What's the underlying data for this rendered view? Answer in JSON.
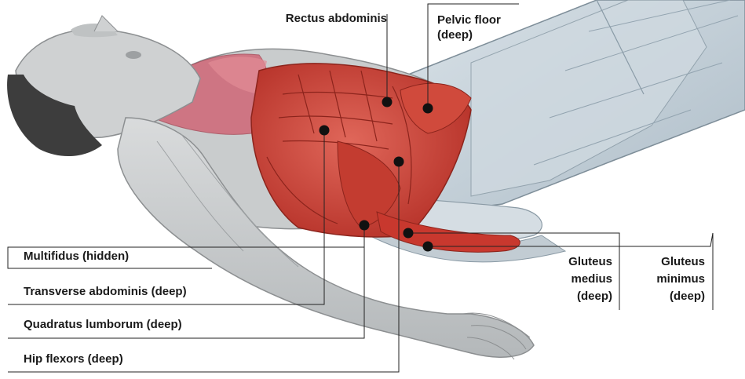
{
  "labels": {
    "rectus_abdominis": "Rectus abdominis",
    "pelvic_floor_1": "Pelvic floor",
    "pelvic_floor_2": "(deep)",
    "multifidus": "Multifidus (hidden)",
    "transverse_abdominis": "Transverse abdominis (deep)",
    "quadratus_lumborum": "Quadratus lumborum (deep)",
    "hip_flexors": "Hip flexors (deep)",
    "gluteus_medius_1": "Gluteus",
    "gluteus_medius_2": "medius",
    "gluteus_medius_3": "(deep)",
    "gluteus_minimus_1": "Gluteus",
    "gluteus_minimus_2": "minimus",
    "gluteus_minimus_3": "(deep)"
  },
  "colors": {
    "muscle_red": "#c8382e",
    "muscle_dark": "#9e2a22",
    "chest_pink": "#d36a78",
    "skin_gray": "#c9ccce",
    "leg_blue": "#c6d3dc",
    "leader_line": "#222222",
    "hair": "#3a3a3a"
  }
}
